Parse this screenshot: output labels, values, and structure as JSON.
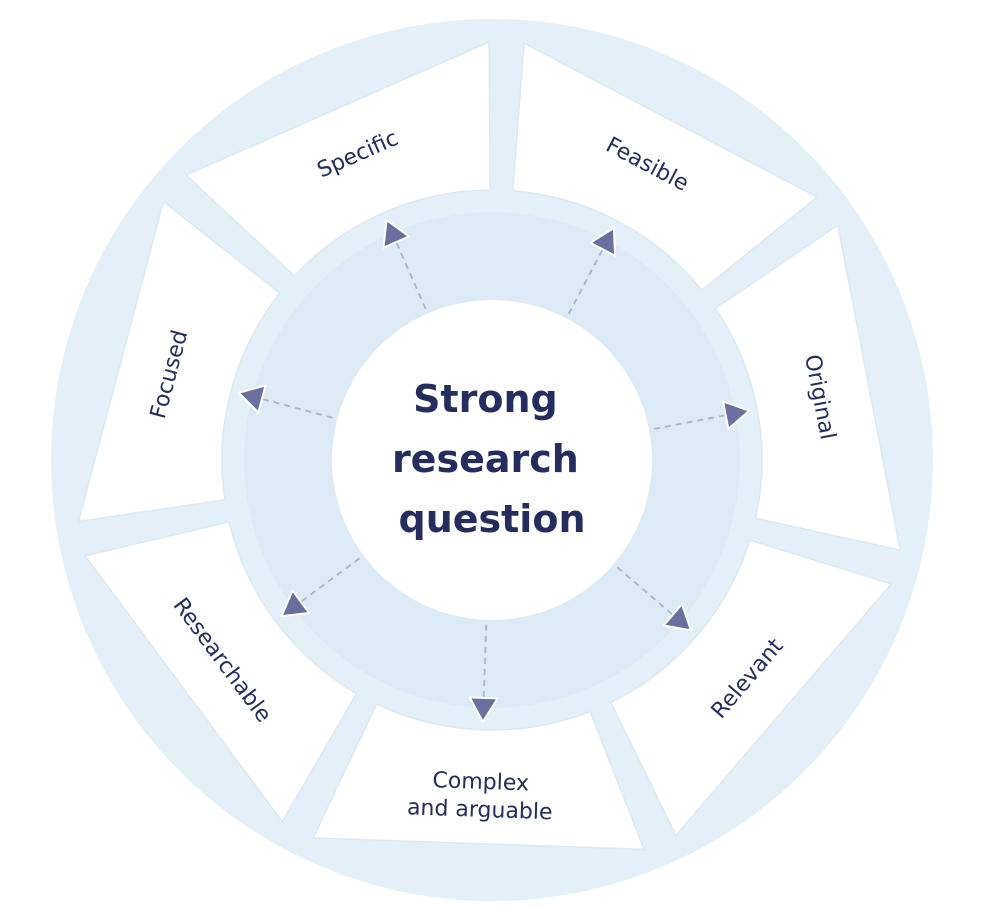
{
  "center": {
    "lines": [
      "Strong",
      "research",
      "question"
    ]
  },
  "segments": [
    {
      "lines": [
        "Feasible"
      ]
    },
    {
      "lines": [
        "Original"
      ]
    },
    {
      "lines": [
        "Relevant"
      ]
    },
    {
      "lines": [
        "Complex",
        "and arguable"
      ]
    },
    {
      "lines": [
        "Researchable"
      ]
    },
    {
      "lines": [
        "Focused"
      ]
    },
    {
      "lines": [
        "Specific"
      ]
    }
  ],
  "colors": {
    "outer_ring": "#e4f0f8",
    "segment_fill": "#ffffff",
    "segment_stroke": "#dde9f2",
    "inner_ring": "#dbeaf5",
    "center_fill": "#ffffff",
    "arrow": "#6a6fa0",
    "text": "#252c5e"
  }
}
